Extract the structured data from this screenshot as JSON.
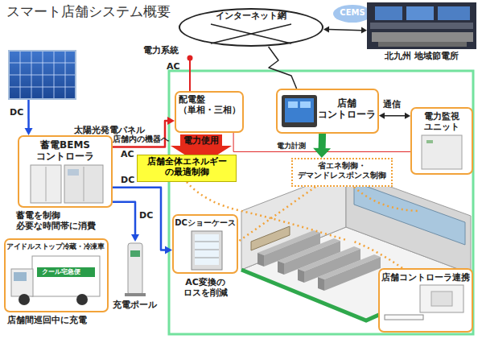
{
  "diagram": {
    "title": "スマート店舗システム概要",
    "nodes": [
      {
        "text": [
          "太陽光発電パネル"
        ]
      },
      {
        "text": [
          "インターネット網"
        ]
      },
      {
        "text": [
          "CEMS"
        ]
      },
      {
        "text": [
          "北九州 地域節電所"
        ]
      },
      {
        "text": [
          "蓄電BEMS コントローラ"
        ]
      },
      {
        "text": [
          "配電盤 （単相・三相）"
        ]
      },
      {
        "text": [
          "店舗 コントローラ"
        ]
      },
      {
        "text": [
          "電力監視 ユニット"
        ]
      },
      {
        "text": [
          "店舗全体エネルギー の最適制御"
        ]
      },
      {
        "text": [
          "省エネ制御・ デマンドレスポンス制御"
        ]
      },
      {
        "text": [
          "DCショーケース",
          "AC変換の ロスを削減"
        ]
      },
      {
        "text": [
          "アイドルストップ冷蔵・冷凍車",
          "店舗間巡回中に充電"
        ]
      },
      {
        "text": [
          "充電ポール"
        ]
      },
      {
        "text": [
          "店舗コントローラ連携"
        ]
      }
    ],
    "edges": [
      {
        "from": 0,
        "to": 4,
        "arrow": "to",
        "label": "DC"
      },
      {
        "from": 4,
        "to": 5,
        "arrow": "to",
        "label": "AC"
      },
      {
        "from": 4,
        "to": 10,
        "arrow": "to",
        "label": "DC"
      },
      {
        "from": 4,
        "to": 12,
        "arrow": "to",
        "label": "DC"
      },
      {
        "from": 1,
        "to": 6,
        "arrow": "none"
      },
      {
        "from": 1,
        "to": 3,
        "arrow": "both"
      },
      {
        "from": 6,
        "to": 7,
        "arrow": "both",
        "label": "通信"
      },
      {
        "from": 5,
        "to": 7,
        "arrow": "none",
        "label": "電力計測"
      },
      {
        "from": 6,
        "to": 9,
        "arrow": "to"
      }
    ],
    "labels": [
      "電力系統",
      "AC",
      "店舗内の機器へ",
      "電力使用",
      "蓄電を制御 必要な時間帯に消費",
      "クール宅急便"
    ]
  }
}
